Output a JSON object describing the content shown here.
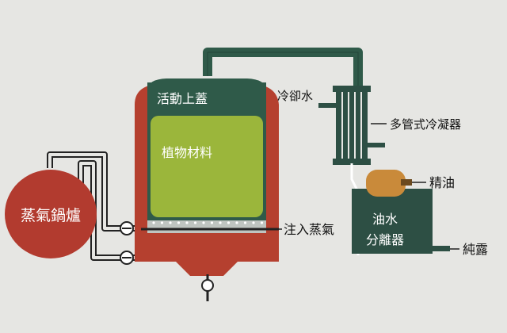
{
  "labels": {
    "boiler": "蒸氣鍋爐",
    "lid": "活動上蓋",
    "plant_material": "植物材料",
    "cooling_water": "冷卻水",
    "condenser": "多管式冷凝器",
    "essential_oil": "精油",
    "separator_line1": "油水",
    "separator_line2": "分離器",
    "steam_injection": "注入蒸氣",
    "hydrosol": "純露"
  },
  "colors": {
    "background": "#e6e6e3",
    "vessel_red": "#b5402f",
    "boiler_red": "#b23b2f",
    "dark_green": "#2f5a49",
    "plant_green": "#9bb63b",
    "condenser_green": "#2d4f44",
    "pipe_outline": "#222222",
    "oil_amber": "#c98a3a"
  }
}
